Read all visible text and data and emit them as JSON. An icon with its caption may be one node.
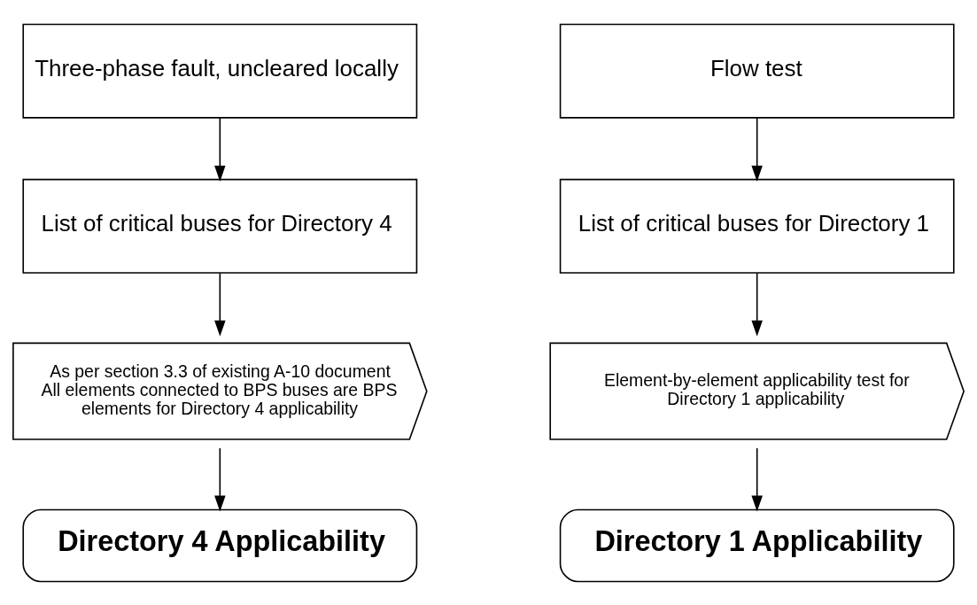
{
  "diagram": {
    "nodes": [
      {
        "text": [
          "Three-phase fault, uncleared locally"
        ]
      },
      {
        "text": [
          "List of critical buses for Directory 4"
        ]
      },
      {
        "text": [
          "As per section 3.3 of existing A-10 document All elements connected to BPS buses are BPS elements for Directory 4 applicability"
        ]
      },
      {
        "text": [
          "Directory 4 Applicability"
        ]
      },
      {
        "text": [
          "Flow test"
        ]
      },
      {
        "text": [
          "List of critical buses for Directory 1"
        ]
      },
      {
        "text": [
          "Element-by-element applicability test for Directory 1 applicability"
        ]
      },
      {
        "text": [
          "Directory 1 Applicability"
        ]
      }
    ],
    "edges": [
      {
        "from": 0,
        "to": 1,
        "arrow": "to"
      },
      {
        "from": 1,
        "to": 2,
        "arrow": "to"
      },
      {
        "from": 2,
        "to": 3,
        "arrow": "to"
      },
      {
        "from": 4,
        "to": 5,
        "arrow": "to"
      },
      {
        "from": 5,
        "to": 6,
        "arrow": "to"
      },
      {
        "from": 6,
        "to": 7,
        "arrow": "to"
      }
    ]
  }
}
